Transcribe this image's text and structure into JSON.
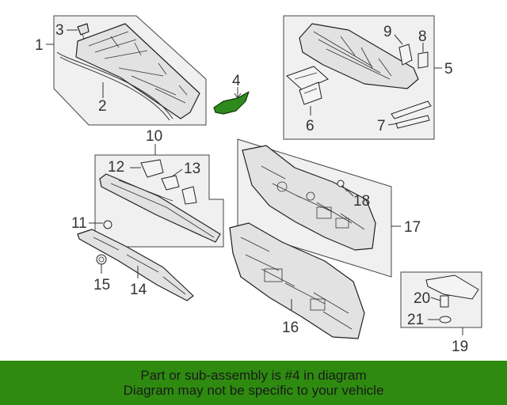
{
  "callouts": {
    "n1": "1",
    "n2": "2",
    "n3": "3",
    "n4": "4",
    "n5": "5",
    "n6": "6",
    "n7": "7",
    "n8": "8",
    "n9": "9",
    "n10": "10",
    "n11": "11",
    "n12": "12",
    "n13": "13",
    "n14": "14",
    "n15": "15",
    "n16": "16",
    "n17": "17",
    "n18": "18",
    "n19": "19",
    "n20": "20",
    "n21": "21"
  },
  "highlighted_part": "4",
  "banner": {
    "line1": "Part or sub-assembly is #4 in diagram",
    "line2": "Diagram may not be specific to your vehicle",
    "background_color": "#2e8b10"
  }
}
